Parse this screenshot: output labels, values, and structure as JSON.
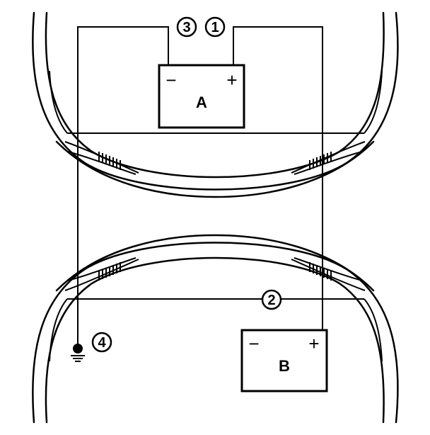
{
  "diagram": {
    "battery_a": {
      "label": "A",
      "neg": "−",
      "pos": "+"
    },
    "battery_b": {
      "label": "B",
      "neg": "−",
      "pos": "+"
    },
    "callouts": {
      "c1": "1",
      "c2": "2",
      "c3": "3",
      "c4": "4"
    }
  }
}
